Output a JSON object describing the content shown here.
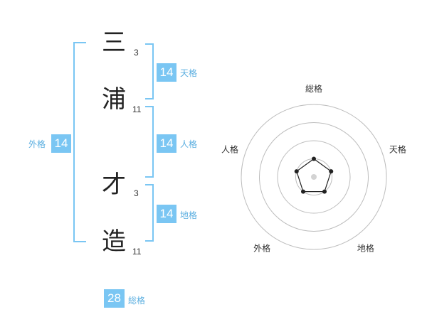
{
  "name_chars": [
    {
      "char": "三",
      "strokes": "3"
    },
    {
      "char": "浦",
      "strokes": "11"
    },
    {
      "char": "才",
      "strokes": "3"
    },
    {
      "char": "造",
      "strokes": "11"
    }
  ],
  "fortunes": {
    "tenkaku": {
      "value": "14",
      "label": "天格"
    },
    "jinkaku": {
      "value": "14",
      "label": "人格"
    },
    "chikaku": {
      "value": "14",
      "label": "地格"
    },
    "gaikaku": {
      "value": "14",
      "label": "外格"
    },
    "soukaku": {
      "value": "28",
      "label": "総格"
    }
  },
  "chart_data": {
    "type": "radar",
    "axes": [
      "総格",
      "天格",
      "地格",
      "外格",
      "人格"
    ],
    "values": [
      1,
      1,
      1,
      1,
      1
    ],
    "rings": 4,
    "max": 4
  },
  "colors": {
    "accent": "#7ac6f3",
    "label": "#5aaee0"
  }
}
